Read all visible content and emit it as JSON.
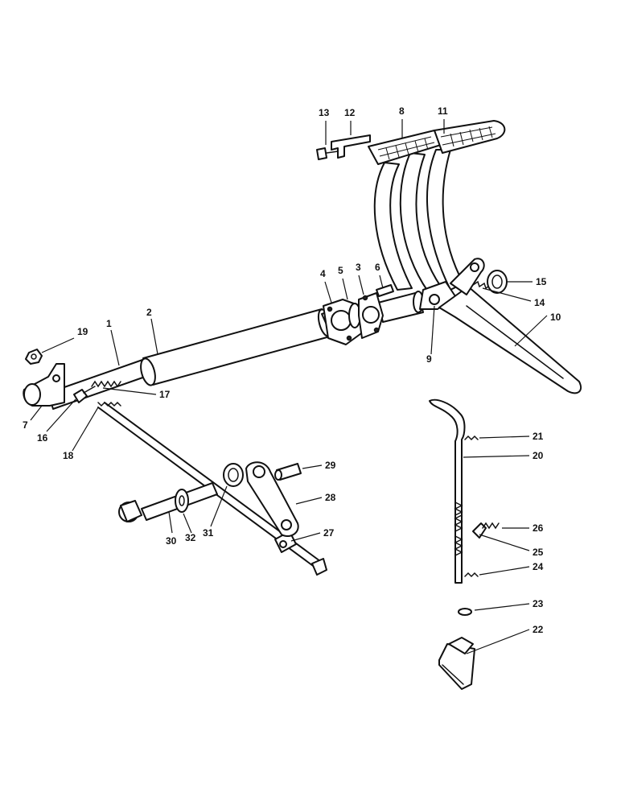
{
  "diagram": {
    "colors": {
      "ink": "#111111",
      "paper": "#ffffff"
    },
    "callouts": [
      {
        "id": "c1",
        "label": "1"
      },
      {
        "id": "c2",
        "label": "2"
      },
      {
        "id": "c3",
        "label": "3"
      },
      {
        "id": "c4",
        "label": "4"
      },
      {
        "id": "c5",
        "label": "5"
      },
      {
        "id": "c6",
        "label": "6"
      },
      {
        "id": "c7",
        "label": "7"
      },
      {
        "id": "c8",
        "label": "8"
      },
      {
        "id": "c9",
        "label": "9"
      },
      {
        "id": "c10",
        "label": "10"
      },
      {
        "id": "c11",
        "label": "11"
      },
      {
        "id": "c12",
        "label": "12"
      },
      {
        "id": "c13",
        "label": "13"
      },
      {
        "id": "c14",
        "label": "14"
      },
      {
        "id": "c15",
        "label": "15"
      },
      {
        "id": "c16",
        "label": "16"
      },
      {
        "id": "c17",
        "label": "17"
      },
      {
        "id": "c18",
        "label": "18"
      },
      {
        "id": "c19",
        "label": "19"
      },
      {
        "id": "c20",
        "label": "20"
      },
      {
        "id": "c21",
        "label": "21"
      },
      {
        "id": "c22",
        "label": "22"
      },
      {
        "id": "c23",
        "label": "23"
      },
      {
        "id": "c24",
        "label": "24"
      },
      {
        "id": "c25",
        "label": "25"
      },
      {
        "id": "c26",
        "label": "26"
      },
      {
        "id": "c27",
        "label": "27"
      },
      {
        "id": "c28",
        "label": "28"
      },
      {
        "id": "c29",
        "label": "29"
      },
      {
        "id": "c30",
        "label": "30"
      },
      {
        "id": "c31",
        "label": "31"
      },
      {
        "id": "c32",
        "label": "32"
      }
    ]
  }
}
